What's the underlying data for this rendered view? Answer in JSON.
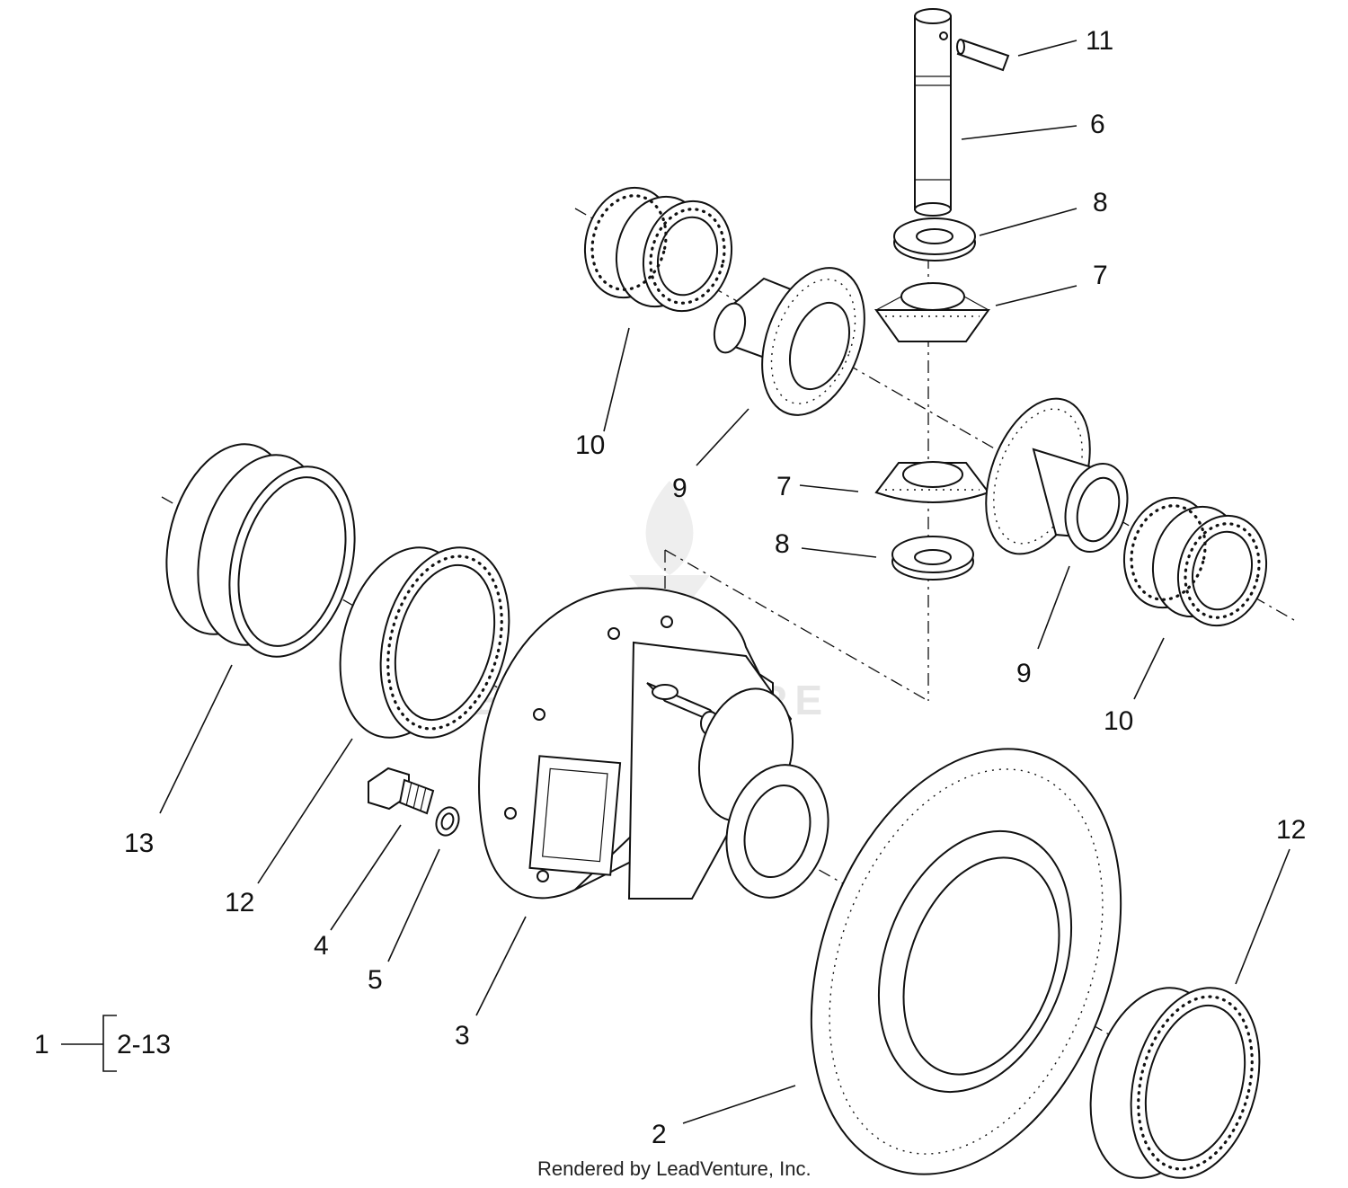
{
  "callouts": [
    {
      "id": "c11",
      "text": "11"
    },
    {
      "id": "c6",
      "text": "6"
    },
    {
      "id": "c8a",
      "text": "8"
    },
    {
      "id": "c7a",
      "text": "7"
    },
    {
      "id": "c10a",
      "text": "10"
    },
    {
      "id": "c9a",
      "text": "9"
    },
    {
      "id": "c7b",
      "text": "7"
    },
    {
      "id": "c8b",
      "text": "8"
    },
    {
      "id": "c9b",
      "text": "9"
    },
    {
      "id": "c10b",
      "text": "10"
    },
    {
      "id": "c13",
      "text": "13"
    },
    {
      "id": "c12a",
      "text": "12"
    },
    {
      "id": "c4",
      "text": "4"
    },
    {
      "id": "c5",
      "text": "5"
    },
    {
      "id": "c3",
      "text": "3"
    },
    {
      "id": "c12b",
      "text": "12"
    },
    {
      "id": "c2",
      "text": "2"
    }
  ],
  "assembly": {
    "number": "1",
    "range": "2-13"
  },
  "credit": "Rendered by LeadVenture, Inc.",
  "watermark": "LEADVENTURE"
}
